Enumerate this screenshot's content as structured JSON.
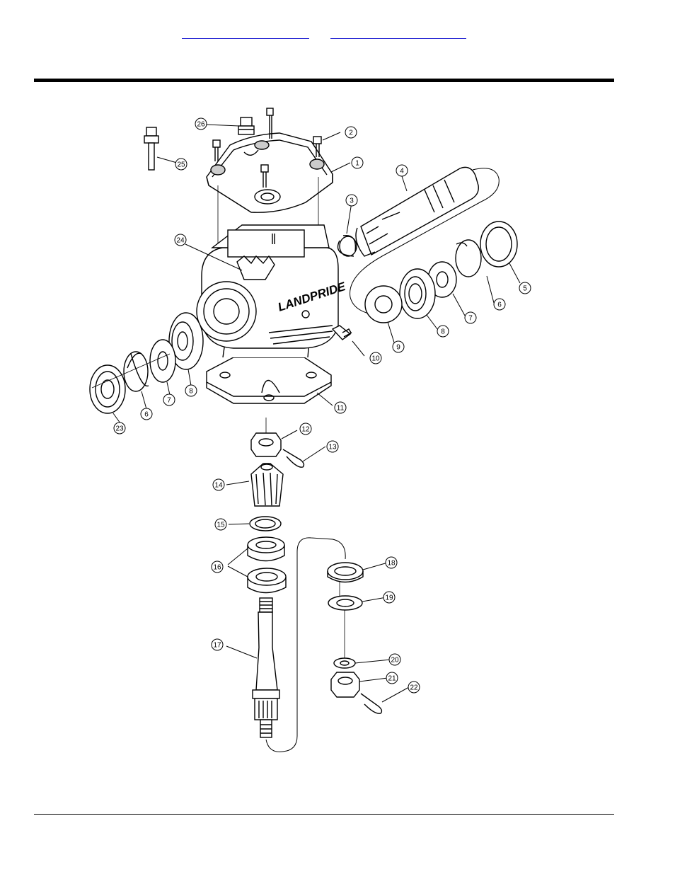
{
  "header": {
    "links": [
      {
        "label": ""
      },
      {
        "label": ""
      }
    ]
  },
  "diagram": {
    "brand_text": "LANDPRIDE",
    "callouts": [
      {
        "num": "1"
      },
      {
        "num": "2"
      },
      {
        "num": "3"
      },
      {
        "num": "4"
      },
      {
        "num": "5"
      },
      {
        "num": "6"
      },
      {
        "num": "7"
      },
      {
        "num": "8"
      },
      {
        "num": "9"
      },
      {
        "num": "10"
      },
      {
        "num": "11"
      },
      {
        "num": "12"
      },
      {
        "num": "13"
      },
      {
        "num": "14"
      },
      {
        "num": "15"
      },
      {
        "num": "16"
      },
      {
        "num": "17"
      },
      {
        "num": "18"
      },
      {
        "num": "19"
      },
      {
        "num": "20"
      },
      {
        "num": "21"
      },
      {
        "num": "22"
      },
      {
        "num": "23"
      },
      {
        "num": "24"
      },
      {
        "num": "25"
      },
      {
        "num": "26"
      },
      {
        "num": "6"
      },
      {
        "num": "7"
      },
      {
        "num": "8"
      }
    ]
  },
  "colors": {
    "ink": "#000000",
    "link": "#1a1ad0"
  }
}
